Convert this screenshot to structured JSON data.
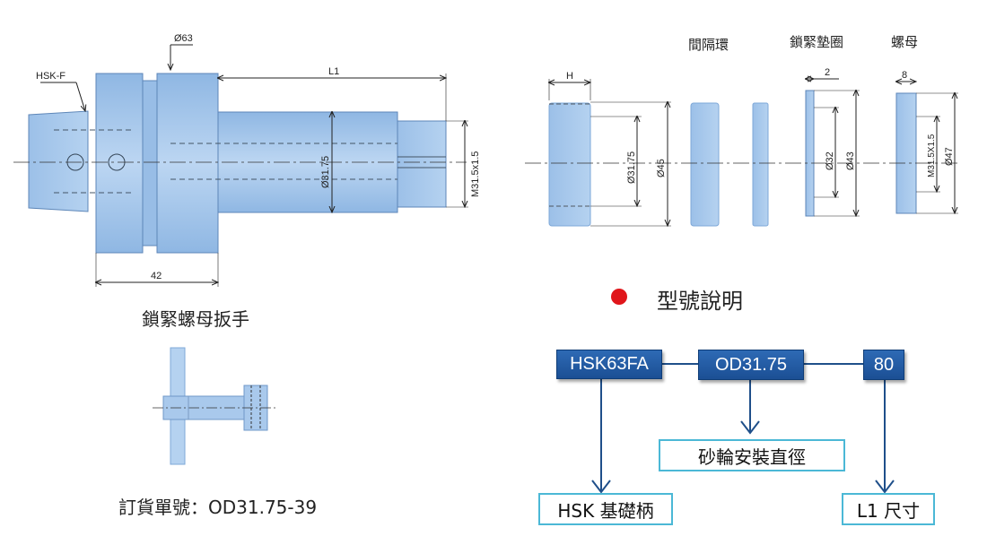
{
  "left_drawing": {
    "label_hsk_f": "HSK-F",
    "dim_phi63": "Ø63",
    "dim_l1": "L1",
    "dim_phi3175": "Ø31.75",
    "dim_m31": "M31.5x1.5",
    "dim_42": "42"
  },
  "parts": {
    "spacer_ring": "間隔環",
    "lock_washer": "鎖緊墊圈",
    "nut": "螺母",
    "dim_h": "H",
    "dim_phi3175": "Ø31.75",
    "dim_phi45": "Ø45",
    "dim_2": "2",
    "dim_phi32": "Ø32",
    "dim_phi43": "Ø43",
    "dim_8": "8",
    "dim_m31": "M31.5X1.5",
    "dim_phi47": "Ø47"
  },
  "wrench": {
    "title": "鎖緊螺母扳手",
    "order_no": "訂貨單號：OD31.75-39"
  },
  "model": {
    "heading": "型號說明",
    "bullet_color": "#e0161b",
    "code_shank": "HSK63FA",
    "code_diameter": "OD31.75",
    "code_length": "80",
    "desc_shank": "HSK 基礎柄",
    "desc_diameter": "砂輪安裝直徑",
    "desc_length": "L1 尺寸"
  },
  "colors": {
    "part_fill": "#a9c9ec",
    "part_dark": "#7ea8d8",
    "box_blue": "#1f5aa3",
    "label_border": "#4bb8d6"
  }
}
